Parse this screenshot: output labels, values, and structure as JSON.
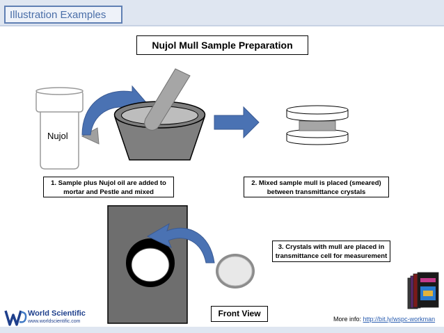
{
  "header": {
    "title": "Illustration Examples"
  },
  "diagram": {
    "title": "Nujol Mull Sample Preparation",
    "bottle_label": "Nujol",
    "steps": [
      {
        "text_line1": "1. Sample plus Nujol oil are added to",
        "text_line2": "mortar and Pestle and mixed"
      },
      {
        "text_line1": "2. Mixed sample mull is placed (smeared)",
        "text_line2": "between transmittance crystals"
      },
      {
        "text_line1": "3. Crystals with mull are placed in",
        "text_line2": "transmittance cell for measurement"
      }
    ],
    "front_view_label": "Front View"
  },
  "footer": {
    "publisher_name": "World Scientific",
    "publisher_url": "www.worldscientific.com",
    "more_info_label": "More info:",
    "more_info_link": "http://bit.ly/wspc-workman"
  },
  "colors": {
    "arrow_blue": "#4a72b3",
    "header_blue": "#4a6ea8",
    "cell_gray": "#6e6e6e",
    "mortar_gray": "#808080"
  }
}
